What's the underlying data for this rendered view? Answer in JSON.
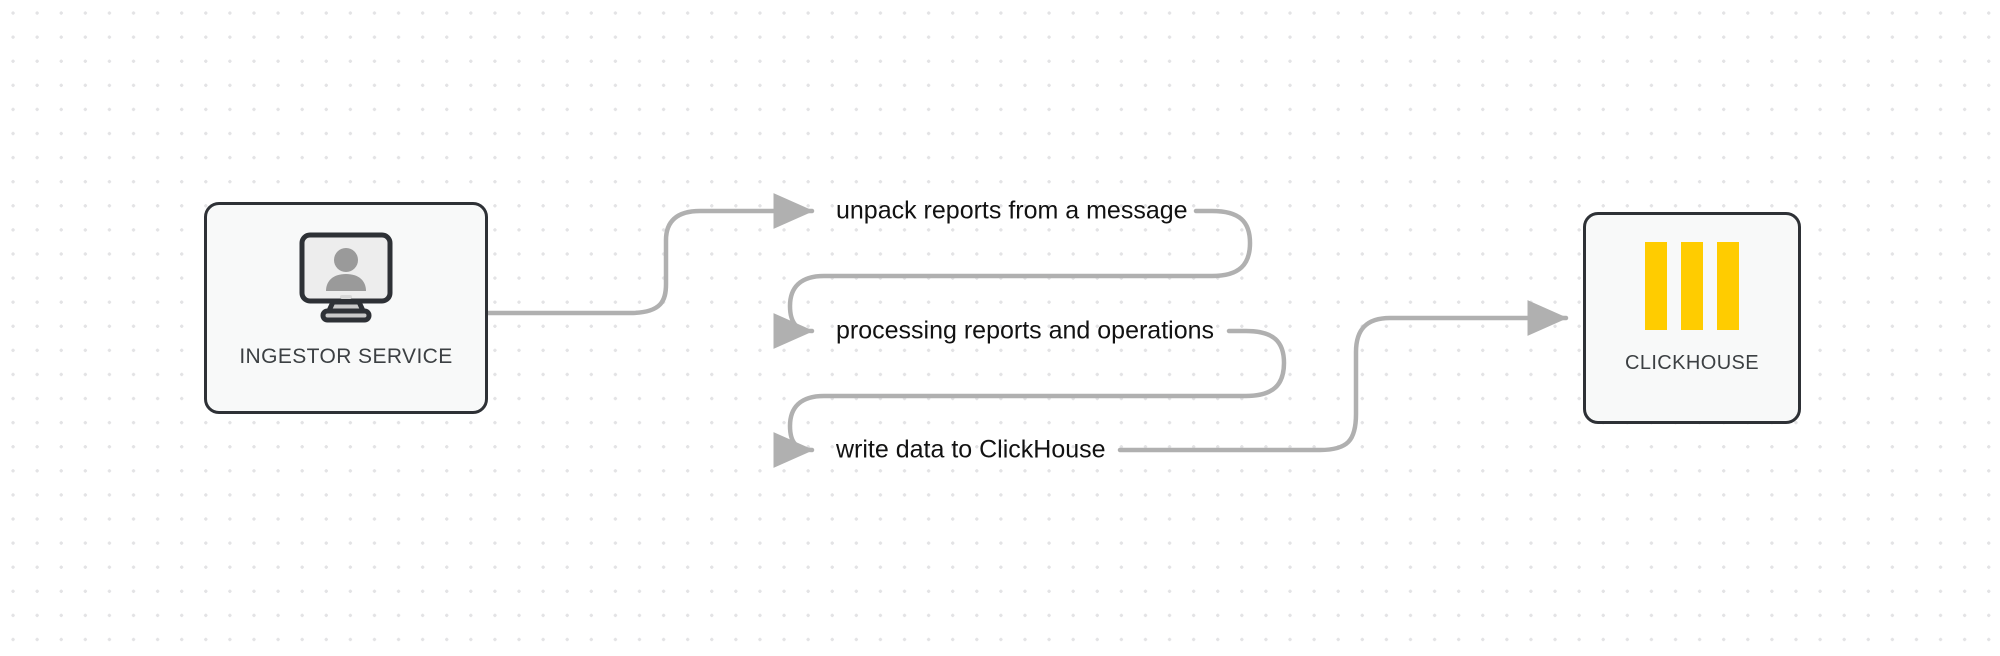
{
  "diagram": {
    "background": "#ffffff",
    "dot_color": "#e3e3e5",
    "edge_color": "#b0b0b0",
    "node_border_color": "#2e3136",
    "node_fill_color": "#f8f9f9",
    "accent_color": "#ffcc00",
    "nodes": [
      {
        "id": "ingestor-service",
        "label": "INGESTOR SERVICE",
        "icon": "monitor-user-icon"
      },
      {
        "id": "clickhouse",
        "label": "CLICKHOUSE",
        "icon": "clickhouse-bars-icon"
      }
    ],
    "edges": [
      {
        "id": "edge-1",
        "label": "unpack reports from a message"
      },
      {
        "id": "edge-2",
        "label": "processing reports and operations"
      },
      {
        "id": "edge-3",
        "label": "write data to ClickHouse"
      }
    ]
  }
}
